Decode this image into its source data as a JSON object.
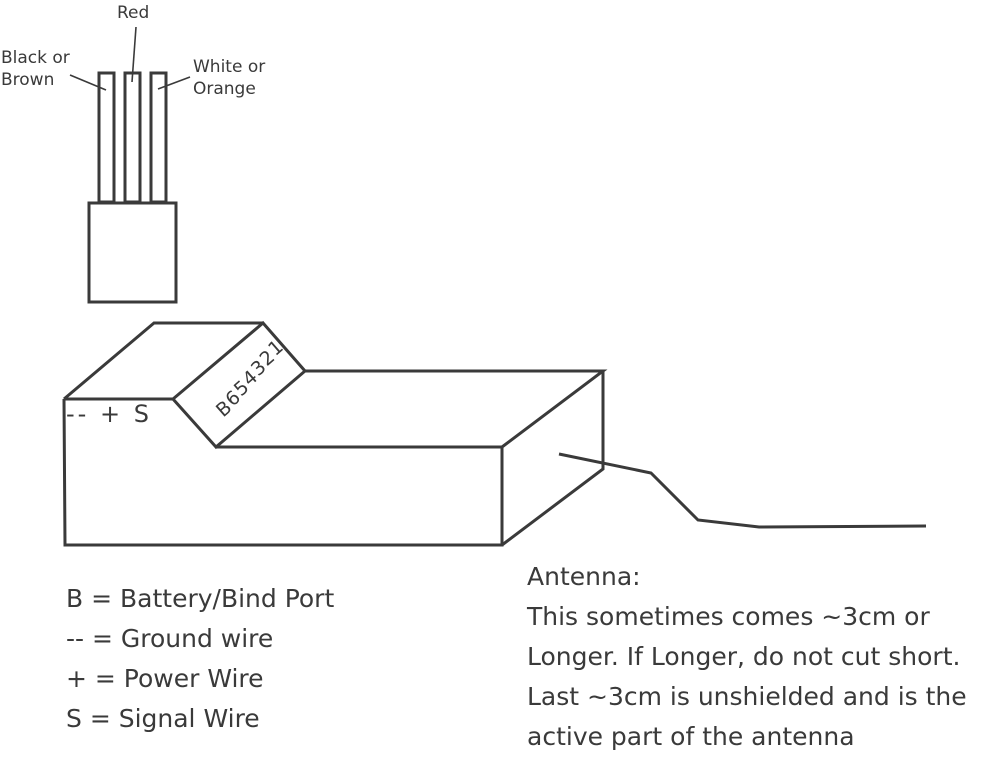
{
  "diagram": {
    "title": "Receiver wiring and antenna diagram",
    "connector": {
      "wire_labels": {
        "left": [
          "Black or",
          "Brown"
        ],
        "middle": "Red",
        "right": [
          "White or",
          "Orange"
        ]
      }
    },
    "receiver": {
      "power_pins_label": "-- + S",
      "channel_pins": [
        "B",
        "6",
        "5",
        "4",
        "3",
        "2",
        "1"
      ]
    },
    "legend": [
      "B = Battery/Bind Port",
      "-- = Ground wire",
      "+ = Power Wire",
      "S = Signal Wire"
    ],
    "antenna_note": [
      "Antenna:",
      "This sometimes comes ~3cm or",
      "Longer.  If Longer, do not cut short.",
      "Last ~3cm is unshielded and is the",
      "active part of the antenna"
    ],
    "colors": {
      "line": "#3a3a3a",
      "background": "#ffffff"
    }
  }
}
